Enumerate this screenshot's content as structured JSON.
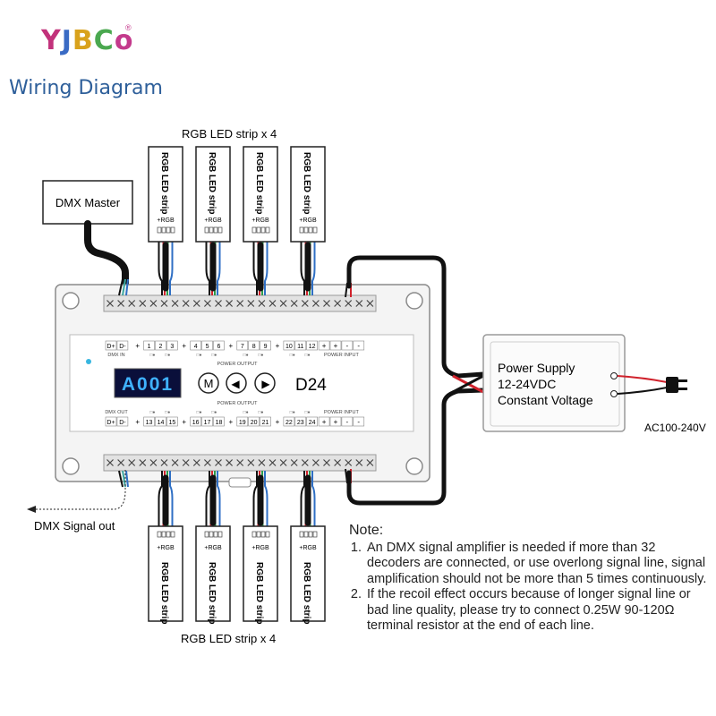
{
  "brand": {
    "logo_letters": [
      "Y",
      "J",
      "B",
      "C",
      "o"
    ],
    "logo_colors": [
      "#c2327b",
      "#3a6bc4",
      "#d9a21c",
      "#4aa84f",
      "#c43a8c"
    ],
    "registered": "®"
  },
  "title": "Wiring Diagram",
  "labels": {
    "top_strips": "RGB LED strip x 4",
    "bottom_strips": "RGB LED strip x 4",
    "dmx_master": "DMX Master",
    "dmx_out": "DMX Signal out",
    "ac_input": "AC100-240V"
  },
  "strip": {
    "name": "RGB LED strip",
    "pins": "+RGB"
  },
  "device": {
    "model": "D24",
    "display": "A001",
    "buttons": [
      "M",
      "◀",
      "▶"
    ],
    "top_header": {
      "dmx_pins": [
        "D+",
        "D-"
      ],
      "channels": [
        "1",
        "2",
        "3",
        "4",
        "5",
        "6",
        "7",
        "8",
        "9",
        "10",
        "11",
        "12"
      ],
      "dmx_label": "DMX IN",
      "power_output_label": "POWER OUTPUT",
      "power_input_label": "POWER INPUT",
      "plus": "+",
      "minus": "-"
    },
    "bottom_header": {
      "dmx_pins": [
        "D+",
        "D-"
      ],
      "channels": [
        "13",
        "14",
        "15",
        "16",
        "17",
        "18",
        "19",
        "20",
        "21",
        "22",
        "23",
        "24"
      ],
      "dmx_label": "DMX OUT",
      "power_output_label": "POWER OUTPUT",
      "power_input_label": "POWER INPUT",
      "plus": "+",
      "minus": "-"
    }
  },
  "power_supply": {
    "line1": "Power Supply",
    "line2": "12-24VDC",
    "line3": "Constant Voltage"
  },
  "note": {
    "heading": "Note:",
    "items": [
      "An DMX signal amplifier is needed if more than 32 decoders are connected, or use overlong signal line, signal amplification should not be more than 5 times continuously.",
      "If the recoil effect occurs because of longer signal line or bad line quality, please try to connect 0.25W 90-120Ω terminal resistor at the end of each line."
    ]
  },
  "colors": {
    "wire_red": "#d0222c",
    "wire_green": "#2e9a4a",
    "wire_blue": "#2f6fc4",
    "wire_teal": "#3aa7a0",
    "wire_black": "#111111",
    "lcd_bg": "#0a0f3a",
    "lcd_text": "#3fb2ff"
  }
}
